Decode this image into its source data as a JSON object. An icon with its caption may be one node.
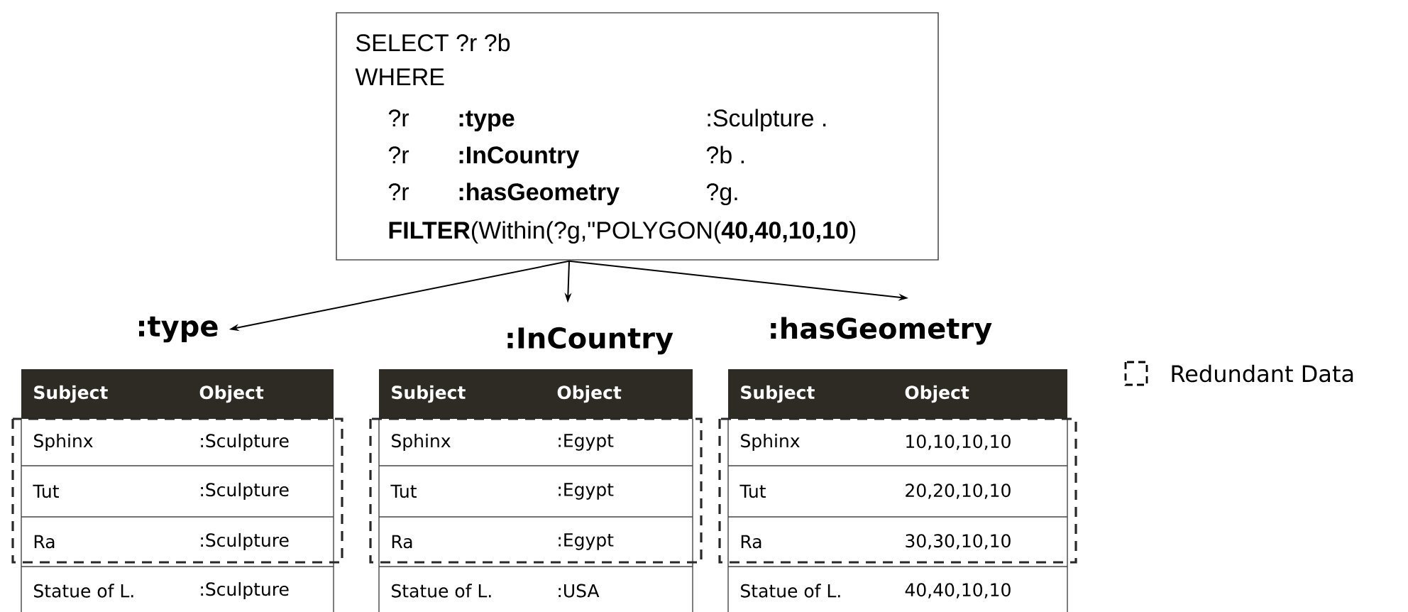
{
  "diagram": {
    "nodes": [
      {
        "text": [
          "SELECT ?r ?b",
          "WHERE",
          "?r",
          ":type",
          ":Sculpture .",
          "?r",
          ":InCountry",
          "?b .",
          "?r",
          ":hasGeometry",
          "?g.",
          "**FILTER**(Within(?g,\"POLYGON(**40,40,10,10**)"
        ]
      },
      {
        "text": [
          ":type",
          "Subject",
          "Object",
          "Sphinx",
          ":Sculpture",
          "Tut",
          ":Sculpture",
          "Ra",
          ":Sculpture",
          "Statue of L.",
          ":Sculpture"
        ]
      },
      {
        "text": [
          ":InCountry",
          "Subject",
          "Object",
          "Sphinx",
          ":Egypt",
          "Tut",
          ":Egypt",
          "Ra",
          ":Egypt",
          "Statue of L.",
          ":USA"
        ]
      },
      {
        "text": [
          ":hasGeometry",
          "Subject",
          "Object",
          "Sphinx",
          "10,10,10,10",
          "Tut",
          "20,20,10,10",
          "Ra",
          "30,30,10,10",
          "Statue of L.",
          "40,40,10,10"
        ]
      }
    ],
    "edges": [
      {
        "from": 0,
        "to": 1,
        "arrow": "to"
      },
      {
        "from": 0,
        "to": 2,
        "arrow": "to"
      },
      {
        "from": 0,
        "to": 3,
        "arrow": "to"
      }
    ],
    "legend": [
      {
        "text": "Redundant Data"
      }
    ]
  }
}
